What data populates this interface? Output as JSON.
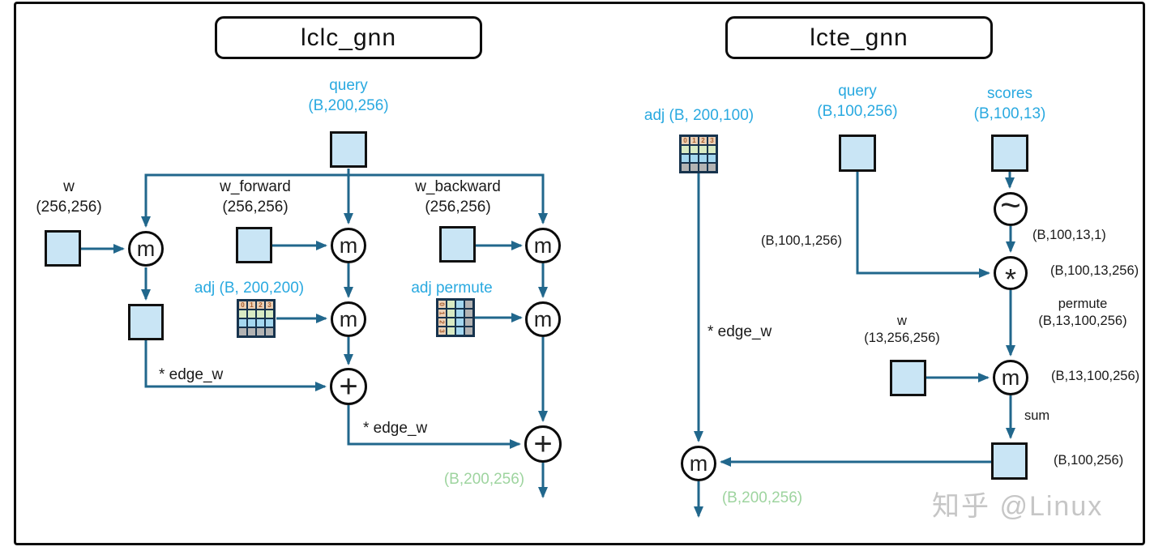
{
  "watermark": "知乎 @Linux",
  "matrix_digits": [
    "0",
    "1",
    "2",
    "3"
  ],
  "colors": {
    "wire": "#21678c",
    "tensor_label": "#29a9e0",
    "output_label": "#9ed49f",
    "square_fill": "#c9e5f5"
  },
  "left": {
    "title": "lclc_gnn",
    "query_label": "query",
    "query_shape": "(B,200,256)",
    "w_label": "w",
    "w_shape": "(256,256)",
    "w_forward_label": "w_forward",
    "w_forward_shape": "(256,256)",
    "w_backward_label": "w_backward",
    "w_backward_shape": "(256,256)",
    "adj_label": "adj (B, 200,200)",
    "adj_permute_label": "adj permute",
    "matmul_op": "m",
    "add_op": "+",
    "edge_w_label_1": "* edge_w",
    "edge_w_label_2": "* edge_w",
    "output_shape": "(B,200,256)"
  },
  "right": {
    "title": "lcte_gnn",
    "adj_label": "adj (B, 200,100)",
    "query_label": "query",
    "query_shape": "(B,100,256)",
    "scores_label": "scores",
    "scores_shape": "(B,100,13)",
    "softmax_op": "~",
    "mul_op": "*",
    "matmul_op": "m",
    "query_expanded_shape": "(B,100,1,256)",
    "scores_expanded_shape": "(B,100,13,1)",
    "mul_out_shape": "(B,100,13,256)",
    "permute_label": "permute",
    "permute_shape": "(B,13,100,256)",
    "w_label": "w",
    "w_shape": "(13,256,256)",
    "matmul_out_shape": "(B,13,100,256)",
    "sum_label": "sum",
    "sum_out_shape": "(B,100,256)",
    "edge_w_label": "* edge_w",
    "output_shape": "(B,200,256)"
  }
}
